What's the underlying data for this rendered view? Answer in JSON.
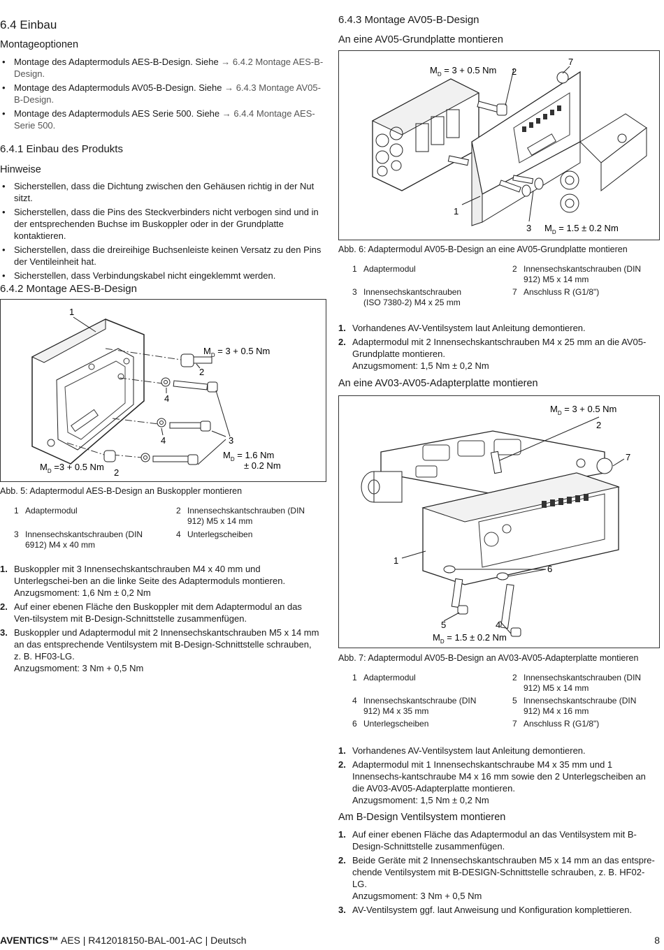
{
  "left": {
    "section_title": "6.4  Einbau",
    "montageoptionen_heading": "Montageoptionen",
    "montageoptionen": [
      {
        "text": "Montage des Adaptermoduls AES-B-Design. Siehe",
        "ref": "→ 6.4.2 Montage AES-B-Design."
      },
      {
        "text": "Montage des Adaptermoduls AV05-B-Design. Siehe",
        "ref": "→ 6.4.3 Montage AV05-B-Design."
      },
      {
        "text": "Montage des Adaptermoduls AES Serie 500. Siehe",
        "ref": "→ 6.4.4 Montage AES-Serie 500."
      }
    ],
    "subsection_641": "6.4.1  Einbau des Produkts",
    "hinweise_heading": "Hinweise",
    "hinweise": [
      "Sicherstellen, dass die Dichtung zwischen den Gehäusen richtig in der Nut sitzt.",
      "Sicherstellen, dass die Pins des Steckverbinders nicht verbogen sind und in der entsprechenden Buchse im Buskoppler oder in der Grundplatte kontaktieren.",
      "Sicherstellen, dass die dreireihige Buchsenleiste keinen Versatz zu den Pins der Ventileinheit hat.",
      "Sicherstellen, dass Verbindungskabel nicht eingeklemmt werden."
    ],
    "subsection_642": "6.4.2  Montage AES-B-Design",
    "fig5": {
      "labels": {
        "l1": "1",
        "l2a": "2",
        "l2b": "2",
        "l3": "3",
        "l4a": "4",
        "l4b": "4",
        "md1": "M",
        "md1sub": "D",
        "md1val": " = 3 + 0.5 Nm",
        "md2": "M",
        "md2sub": "D",
        "md2val": " = 1.6 Nm",
        "md2tol": "± 0.2 Nm",
        "md3": "M",
        "md3sub": "D",
        "md3val": " =3 + 0.5 Nm"
      },
      "caption": "Abb. 5: Adaptermodul AES-B-Design an Buskoppler montieren",
      "legend": [
        {
          "n": "1",
          "t": "Adaptermodul"
        },
        {
          "n": "2",
          "t": "Innensechskantschrauben (DIN 912) M5 x 14 mm"
        },
        {
          "n": "3",
          "t": "Innensechskantschrauben (DIN 6912) M4 x 40 mm"
        },
        {
          "n": "4",
          "t": "Unterlegscheiben"
        }
      ]
    },
    "steps": [
      {
        "n": "1.",
        "t": "Buskoppler mit 3 Innensechskantschrauben M4 x 40 mm und Unterlegschei-ben an die linke Seite des Adaptermoduls montieren.",
        "t2": "Anzugsmoment: 1,6 Nm ± 0,2 Nm"
      },
      {
        "n": "2.",
        "t": "Auf einer ebenen Fläche den Buskoppler mit dem Adaptermodul an das Ven-tilsystem mit B-Design-Schnittstelle zusammenfügen.",
        "t2": ""
      },
      {
        "n": "3.",
        "t": "Buskoppler und Adaptermodul mit 2 Innensechskantschrauben M5 x 14 mm an das entsprechende Ventilsystem mit B-Design-Schnittstelle schrauben, z. B. HF03-LG.",
        "t2": "Anzugsmoment: 3 Nm + 0,5 Nm"
      }
    ]
  },
  "right": {
    "subsection_643": "6.4.3  Montage AV05-B-Design",
    "heading_av05": "An eine AV05-Grundplatte montieren",
    "fig6": {
      "labels": {
        "md_top": "M",
        "md_topsub": "D",
        "md_topval": " = 3 + 0.5 Nm",
        "l2": "2",
        "l7": "7",
        "l1": "1",
        "l3": "3",
        "md_bot": "M",
        "md_botsub": "D",
        "md_botval": " = 1.5 ± 0.2 Nm"
      },
      "caption": "Abb. 6: Adaptermodul AV05-B-Design an eine AV05-Grundplatte montieren",
      "legend": [
        {
          "n": "1",
          "t": "Adaptermodul"
        },
        {
          "n": "2",
          "t": "Innensechskantschrauben (DIN 912) M5 x 14 mm"
        },
        {
          "n": "3",
          "t": "Innensechskantschrauben (ISO 7380-2) M4 x 25 mm"
        },
        {
          "n": "7",
          "t": "Anschluss R (G1/8\")"
        }
      ]
    },
    "steps_av05": [
      {
        "n": "1.",
        "t": "Vorhandenes AV-Ventilsystem laut Anleitung demontieren.",
        "t2": ""
      },
      {
        "n": "2.",
        "t": "Adaptermodul mit 2 Innensechskantschrauben M4 x 25 mm an die AV05-Grundplatte montieren.",
        "t2": "Anzugsmoment: 1,5 Nm ± 0,2 Nm"
      }
    ],
    "heading_av03": "An eine AV03-AV05-Adapterplatte montieren",
    "fig7": {
      "labels": {
        "md_top": "M",
        "md_topsub": "D",
        "md_topval": " = 3 + 0.5 Nm",
        "l2": "2",
        "l7": "7",
        "l1": "1",
        "l6": "6",
        "l5": "5",
        "l4": "4",
        "md_bot": "M",
        "md_botsub": "D",
        "md_botval": " = 1.5 ± 0.2 Nm"
      },
      "caption": "Abb. 7: Adaptermodul AV05-B-Design an AV03-AV05-Adapterplatte montieren",
      "legend": [
        {
          "n": "1",
          "t": "Adaptermodul"
        },
        {
          "n": "2",
          "t": "Innensechskantschrauben (DIN 912) M5 x 14 mm"
        },
        {
          "n": "4",
          "t": "Innensechskantschraube (DIN 912) M4 x 35 mm"
        },
        {
          "n": "5",
          "t": "Innensechskantschraube (DIN 912) M4 x 16 mm"
        },
        {
          "n": "6",
          "t": "Unterlegscheiben"
        },
        {
          "n": "7",
          "t": "Anschluss R (G1/8\")"
        }
      ]
    },
    "steps_av03": [
      {
        "n": "1.",
        "t": "Vorhandenes AV-Ventilsystem laut Anleitung demontieren.",
        "t2": ""
      },
      {
        "n": "2.",
        "t": "Adaptermodul mit 1 Innensechskantschraube M4 x 35 mm und 1 Innensechs-kantschraube M4 x 16 mm sowie den 2 Unterlegscheiben an die AV03-AV05-Adapterplatte montieren.",
        "t2": "Anzugsmoment: 1,5 Nm ± 0,2 Nm"
      }
    ],
    "heading_bdesign": "Am B-Design Ventilsystem montieren",
    "steps_bdesign": [
      {
        "n": "1.",
        "t": "Auf einer ebenen Fläche das Adaptermodul an das Ventilsystem mit B-Design-Schnittstelle zusammenfügen.",
        "t2": ""
      },
      {
        "n": "2.",
        "t": "Beide Geräte mit 2 Innensechskantschrauben M5 x 14 mm an das entspre-chende Ventilsystem mit B-DESIGN-Schnittstelle schrauben, z. B. HF02-LG.",
        "t2": "Anzugsmoment: 3 Nm + 0,5 Nm"
      },
      {
        "n": "3.",
        "t": "AV-Ventilsystem ggf. laut Anweisung und Konfiguration komplettieren.",
        "t2": ""
      }
    ]
  },
  "footer": {
    "brand": "AVENTICS™",
    "rest": " AES | R412018150-BAL-001-AC | Deutsch",
    "page": "8"
  }
}
